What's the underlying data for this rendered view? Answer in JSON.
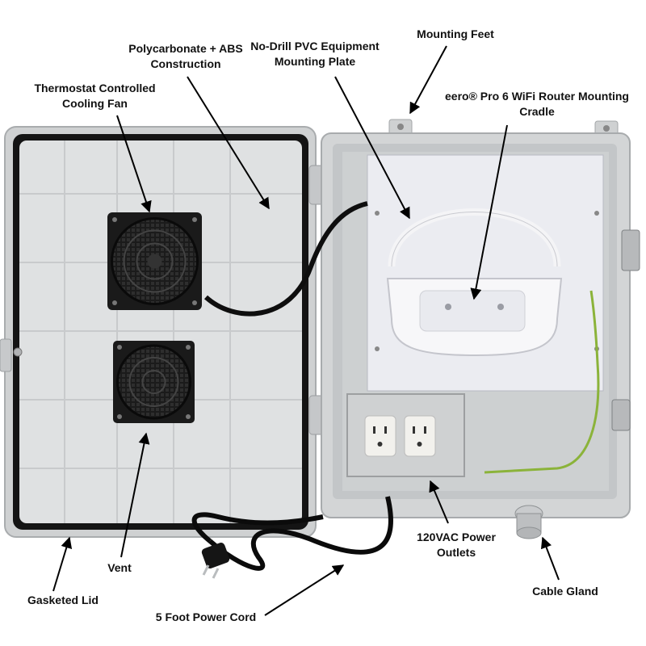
{
  "callouts": {
    "mounting_feet": "Mounting Feet",
    "polycarbonate_line1": "Polycarbonate + ABS",
    "polycarbonate_line2": "Construction",
    "plate_line1": "No-Drill PVC Equipment",
    "plate_line2": "Mounting Plate",
    "fan_line1": "Thermostat Controlled",
    "fan_line2": "Cooling Fan",
    "cradle_line1": "eero® Pro 6 WiFi Router Mounting",
    "cradle_line2": "Cradle",
    "outlets_line1": "120VAC Power",
    "outlets_line2": "Outlets",
    "vent": "Vent",
    "gasketed_lid": "Gasketed Lid",
    "cable_gland": "Cable Gland",
    "power_cord": "5 Foot Power Cord"
  },
  "colors": {
    "enclosure": "#d9dbdc",
    "enclosure_shadow": "#b9bcbe",
    "gasket": "#141414",
    "fan": "#1a1a1a",
    "plate": "#ebecf1",
    "cradle": "#f7f7f9",
    "ground_wire": "#8bb33a",
    "arrow": "#000000"
  }
}
